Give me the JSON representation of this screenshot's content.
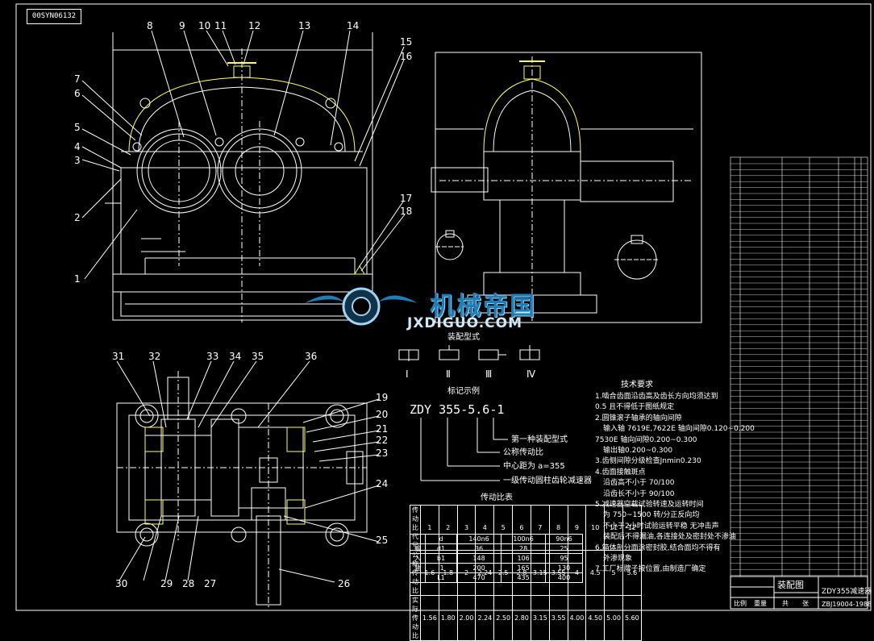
{
  "drawing_tag": "00SYN06132",
  "callouts": [
    "1",
    "2",
    "3",
    "4",
    "5",
    "6",
    "7",
    "8",
    "9",
    "10",
    "11",
    "12",
    "13",
    "14",
    "15",
    "16",
    "17",
    "18",
    "19",
    "20",
    "21",
    "22",
    "23",
    "24",
    "25",
    "26",
    "27",
    "28",
    "29",
    "30",
    "31",
    "32",
    "33",
    "34",
    "35",
    "36"
  ],
  "assembly_types": {
    "title": "装配型式",
    "labels": [
      "Ⅰ",
      "Ⅱ",
      "Ⅲ",
      "Ⅳ"
    ]
  },
  "marking_example": {
    "title": "标记示例",
    "code": "ZDY 355-5.6-1",
    "notes": [
      "第一种装配型式",
      "公称传动比",
      "中心距为 a=355",
      "一级传动圆柱齿轮减速器"
    ]
  },
  "transmission_table": {
    "title": "传动比表",
    "head": [
      "传动比代号",
      "1",
      "2",
      "3",
      "4",
      "5",
      "6",
      "7",
      "8",
      "9",
      "10",
      "11",
      "12"
    ],
    "rows": [
      [
        "公称传动比",
        "1.6",
        "1.8",
        "2",
        "2.24",
        "2.5",
        "2.8",
        "3.15",
        "3.55",
        "4",
        "4.5",
        "5",
        "5.6"
      ],
      [
        "实际传动比",
        "1.56",
        "1.80",
        "2.00",
        "2.24",
        "2.50",
        "2.80",
        "3.15",
        "3.55",
        "4.00",
        "4.50",
        "5.00",
        "5.60"
      ]
    ],
    "dim_head": [
      "d",
      "d1",
      "b1",
      "l1",
      "L1"
    ],
    "dim_rows": [
      [
        "140n6",
        "100n6",
        "90n6"
      ],
      [
        "36",
        "28",
        "25"
      ],
      [
        "148",
        "106",
        "95"
      ],
      [
        "200",
        "165",
        "130"
      ],
      [
        "470",
        "435",
        "400"
      ]
    ],
    "group_labels": [
      "输",
      "入",
      "轴"
    ]
  },
  "tech_req": {
    "title": "技术要求",
    "items": [
      "1.啮合齿面沿齿高及齿长方向均须达到",
      "0.5 且不得低于图纸规定",
      "2.圆锥滚子轴承的轴向间隙",
      "输入轴 7619E,7622E 轴向间隙0.120~0.200",
      "7530E 轴向间隙0.200~0.300",
      "输出轴0.200~0.300",
      "3.齿侧间隙分级检查Jnmin0.230",
      "4.齿面接触斑点",
      "沿齿高不小于 70/100",
      "沿齿长不小于 90/100",
      "5.减速器空载试验转速及运转时间",
      "为 750~1500 转/分正反向均",
      "不小于2小时试验运转平稳 无冲击声",
      "装配后不得漏油,各连接处及密封处不渗油",
      "6.箱体剖分面涂密封胶,结合面均不得有",
      "外渗现象",
      "7.工厂标牌子按位置,由制造厂确定"
    ]
  },
  "title_block": {
    "drawing_name": "装配图",
    "product": "ZDY355减速器",
    "drawing_no": "ZBJ19004-1988",
    "scale_labels": [
      "比例",
      "重量",
      "共",
      "张"
    ]
  },
  "watermark": {
    "cn": "机械帝国",
    "en": "JXDIGUO.COM"
  },
  "colors": {
    "background": "#000000",
    "line_white": "#ffffff",
    "line_yellow": "#ffff55",
    "logo_blue": "#1e7fb8"
  }
}
